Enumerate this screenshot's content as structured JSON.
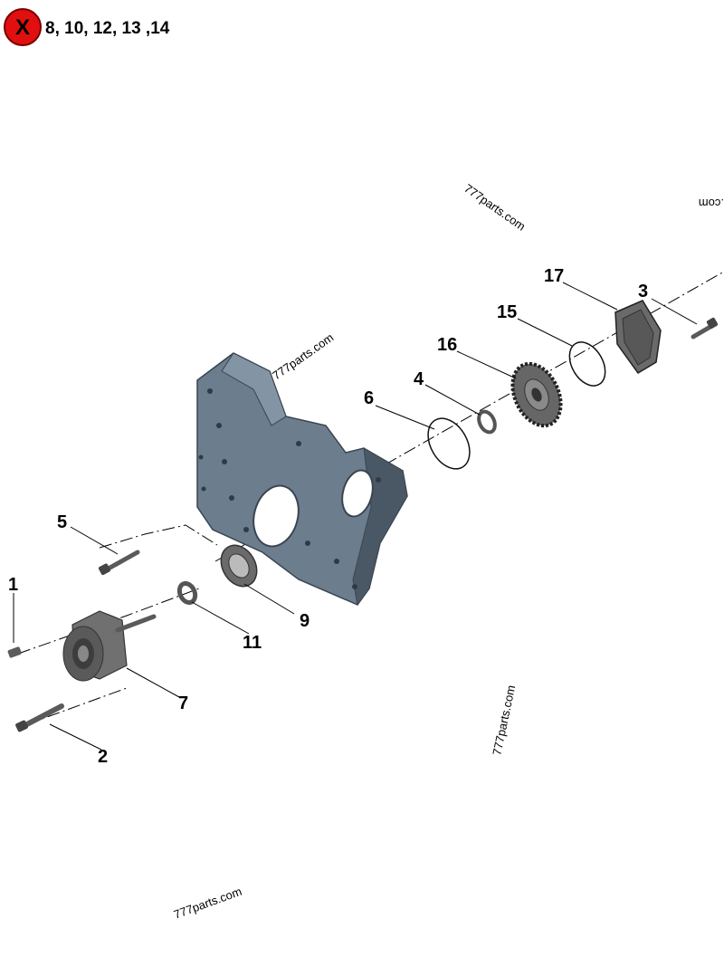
{
  "legend": {
    "marker_symbol": "X",
    "marker_color": "#e01010",
    "excluded_items": "8, 10, 12, 13 ,14"
  },
  "watermarks": [
    "777parts.com",
    "777parts.com",
    "777parts.com",
    "777parts.com",
    ".com"
  ],
  "parts": [
    {
      "id": "label-1",
      "text": "1"
    },
    {
      "id": "label-2",
      "text": "2"
    },
    {
      "id": "label-3",
      "text": "3"
    },
    {
      "id": "label-4",
      "text": "4"
    },
    {
      "id": "label-5",
      "text": "5"
    },
    {
      "id": "label-6",
      "text": "6"
    },
    {
      "id": "label-7",
      "text": "7"
    },
    {
      "id": "label-9",
      "text": "9"
    },
    {
      "id": "label-11",
      "text": "11"
    },
    {
      "id": "label-15",
      "text": "15"
    },
    {
      "id": "label-16",
      "text": "16"
    },
    {
      "id": "label-17",
      "text": "17"
    }
  ],
  "colors": {
    "housing": "#6c7d8e",
    "housing_dark": "#4a5866",
    "metal": "#6f6f6f",
    "metal_dark": "#3d3d3d"
  }
}
